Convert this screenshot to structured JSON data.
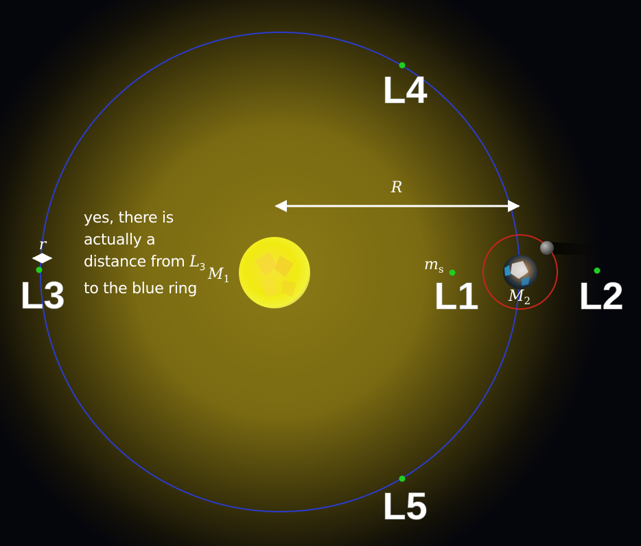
{
  "labels": {
    "L1": "L1",
    "L2": "L2",
    "L3": "L3",
    "L4": "L4",
    "L5": "L5",
    "R": "R",
    "r": "r",
    "M1": {
      "base": "M",
      "sub": "1"
    },
    "M2": {
      "base": "M",
      "sub": "2"
    },
    "ms": {
      "base": "m",
      "sub": "s"
    }
  },
  "note": {
    "part1": "yes, there is actually a distance from ",
    "var_base": "L",
    "var_sub": "3",
    "part2": " to the blue ring"
  },
  "colors": {
    "orbit": "#2a3ccf",
    "moon_orbit": "#c8241c",
    "lagrange_point": "#1fcf1f",
    "sun": "#f3ea1a",
    "glow": "#7f6f12",
    "arrow": "#ffffff"
  },
  "icons": {
    "sun": "sun-icon",
    "earth": "earth-icon",
    "moon": "moon-icon"
  }
}
